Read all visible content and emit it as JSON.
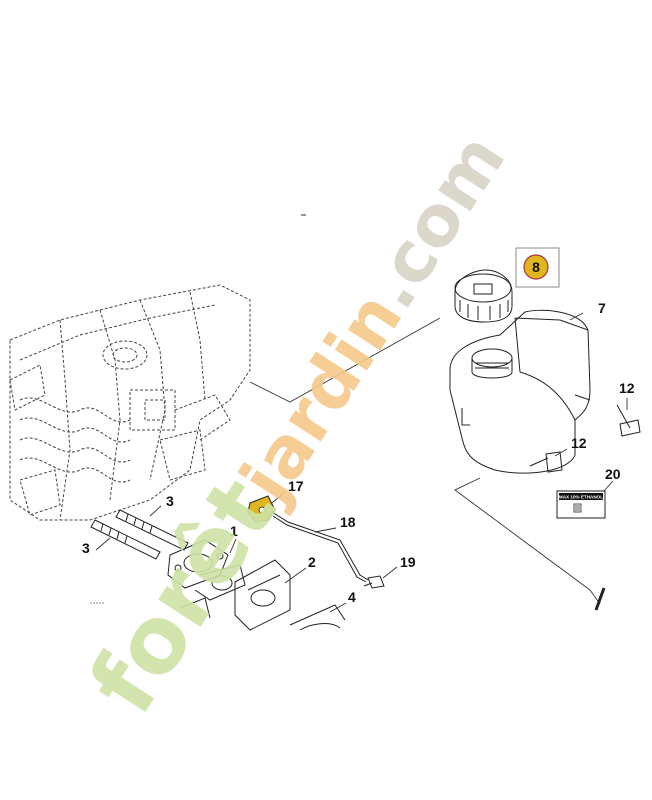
{
  "callouts": {
    "c1": "1",
    "c2": "2",
    "c3a": "3",
    "c3b": "3",
    "c4": "4",
    "c7": "7",
    "c8": "8",
    "c12a": "12",
    "c12b": "12",
    "c17": "17",
    "c18": "18",
    "c19": "19",
    "c20": "20"
  },
  "label": {
    "line1": "MAX 10% ETHANOL"
  },
  "watermark": {
    "part1": "forêt",
    "part2": "jardin",
    "part3": ".com"
  },
  "colors": {
    "highlight": "#e0b51e",
    "watermark_green": "#cfe3a6",
    "watermark_orange": "#f4c88a",
    "watermark_gray": "#d8d3c6"
  }
}
